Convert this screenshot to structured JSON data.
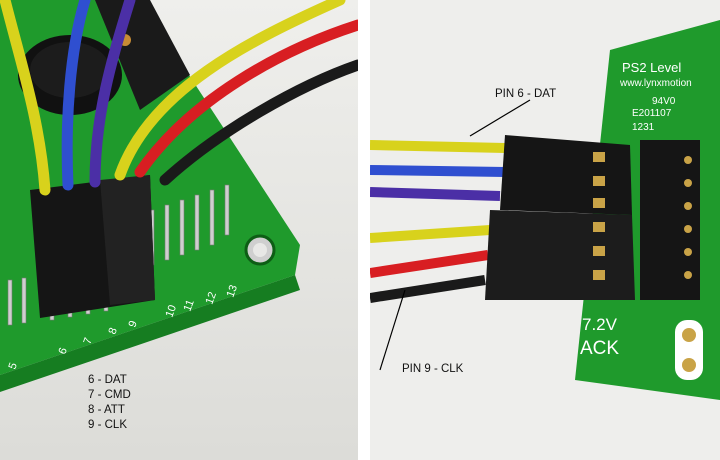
{
  "left_photo": {
    "pin_legend": [
      "6 - DAT",
      "7 - CMD",
      "8 - ATT",
      "9 - CLK"
    ],
    "board_pin_numbers": [
      "5",
      "6",
      "7",
      "8",
      "9",
      "10",
      "11",
      "12",
      "13"
    ]
  },
  "right_photo": {
    "callout_top": "PIN 6 - DAT",
    "callout_bottom": "PIN 9 - CLK",
    "board_title": "PS2 Level",
    "board_url": "www.lynxmotion",
    "board_codes": [
      "94V0",
      "E201107",
      "1231"
    ],
    "board_labels": [
      "7.2V",
      "ACK"
    ]
  },
  "colors": {
    "pcb_green": "#1f9a2c",
    "wire_yellow": "#d8d21c",
    "wire_blue": "#2f4fd0",
    "wire_purple": "#4b2fa6",
    "wire_red": "#d81e22",
    "wire_black": "#1a1a1a"
  }
}
